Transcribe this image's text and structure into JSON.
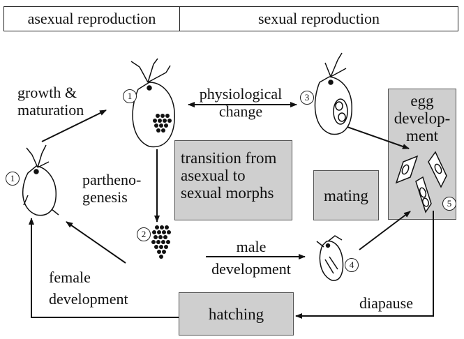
{
  "headers": {
    "asexual": "asexual reproduction",
    "sexual": "sexual reproduction"
  },
  "labels": {
    "growth_line1": "growth &",
    "growth_line2": "maturation",
    "physio_line1": "physiological",
    "physio_line2": "change",
    "partheno_line1": "partheno-",
    "partheno_line2": "genesis",
    "male_line1": "male",
    "male_line2": "development",
    "female_line1": "female",
    "female_line2": "development",
    "diapause": "diapause"
  },
  "boxes": {
    "transition_line1": "transition from",
    "transition_line2": "asexual to",
    "transition_line3": "sexual morphs",
    "mating": "mating",
    "egg_line1": "egg",
    "egg_line2": "develop-",
    "egg_line3": "ment",
    "hatching": "hatching"
  },
  "stage_numbers": {
    "adult_left": "1",
    "adult_top": "1",
    "eggs": "2",
    "sexual_female": "3",
    "male": "4",
    "resting_eggs": "5"
  },
  "icons": [
    "daphnia-female-icon",
    "daphnia-female-with-eggs-icon",
    "daphnia-ephippial-female-icon",
    "egg-cluster-icon",
    "daphnia-male-icon",
    "ephippium-icon"
  ]
}
